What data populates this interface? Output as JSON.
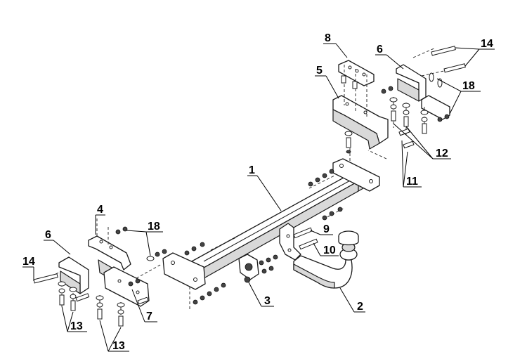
{
  "callouts": {
    "c1": "1",
    "c2": "2",
    "c3": "3",
    "c4": "4",
    "c5": "5",
    "c6a": "6",
    "c6b": "6",
    "c7": "7",
    "c8": "8",
    "c9": "9",
    "c10": "10",
    "c11": "11",
    "c12": "12",
    "c13a": "13",
    "c13b": "13",
    "c14a": "14",
    "c14b": "14",
    "c18a": "18",
    "c18b": "18"
  }
}
